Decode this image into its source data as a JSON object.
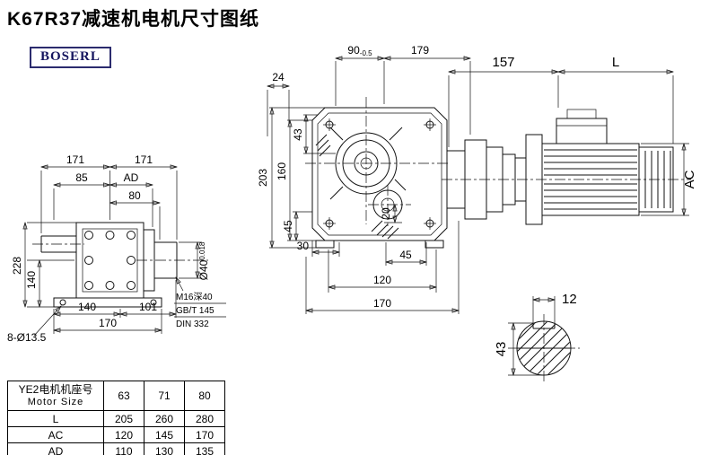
{
  "page": {
    "title": "K67R37减速机电机尺寸图纸",
    "brand": "BOSERL"
  },
  "side_view": {
    "dim_171_left": "171",
    "dim_171_right": "171",
    "dim_85": "85",
    "dim_ad": "AD",
    "dim_80": "80",
    "dim_shaft": "Ø40",
    "dim_shaft_tol": "0.018",
    "dim_228": "228",
    "dim_140_vert": "140",
    "dim_140_bottom": "140",
    "dim_101": "101",
    "dim_170": "170",
    "holes": "8-Ø13.5",
    "tap_callout": [
      "M16深40",
      "GB/T 145",
      "DIN 332"
    ]
  },
  "front_view": {
    "dim_90": "90",
    "dim_90_tol": "-0.5",
    "dim_179": "179",
    "dim_24": "24",
    "dim_43": "43",
    "dim_203": "203",
    "dim_160": "160",
    "dim_45_left": "45",
    "dim_30": "30",
    "dim_20": "20",
    "dim_45_bottom": "45",
    "dim_120": "120",
    "dim_170": "170"
  },
  "motor_view": {
    "dim_157": "157",
    "dim_length": "L",
    "dim_ac": "AC"
  },
  "shaft_section": {
    "dim_key_width": "12",
    "dim_height": "43"
  },
  "table": {
    "header_cn": "YE2电机机座号",
    "header_en": "Motor Size",
    "columns": [
      "63",
      "71",
      "80"
    ],
    "rows": [
      {
        "label": "L",
        "values": [
          "205",
          "260",
          "280"
        ]
      },
      {
        "label": "AC",
        "values": [
          "120",
          "145",
          "170"
        ]
      },
      {
        "label": "AD",
        "values": [
          "110",
          "130",
          "135"
        ]
      }
    ]
  }
}
